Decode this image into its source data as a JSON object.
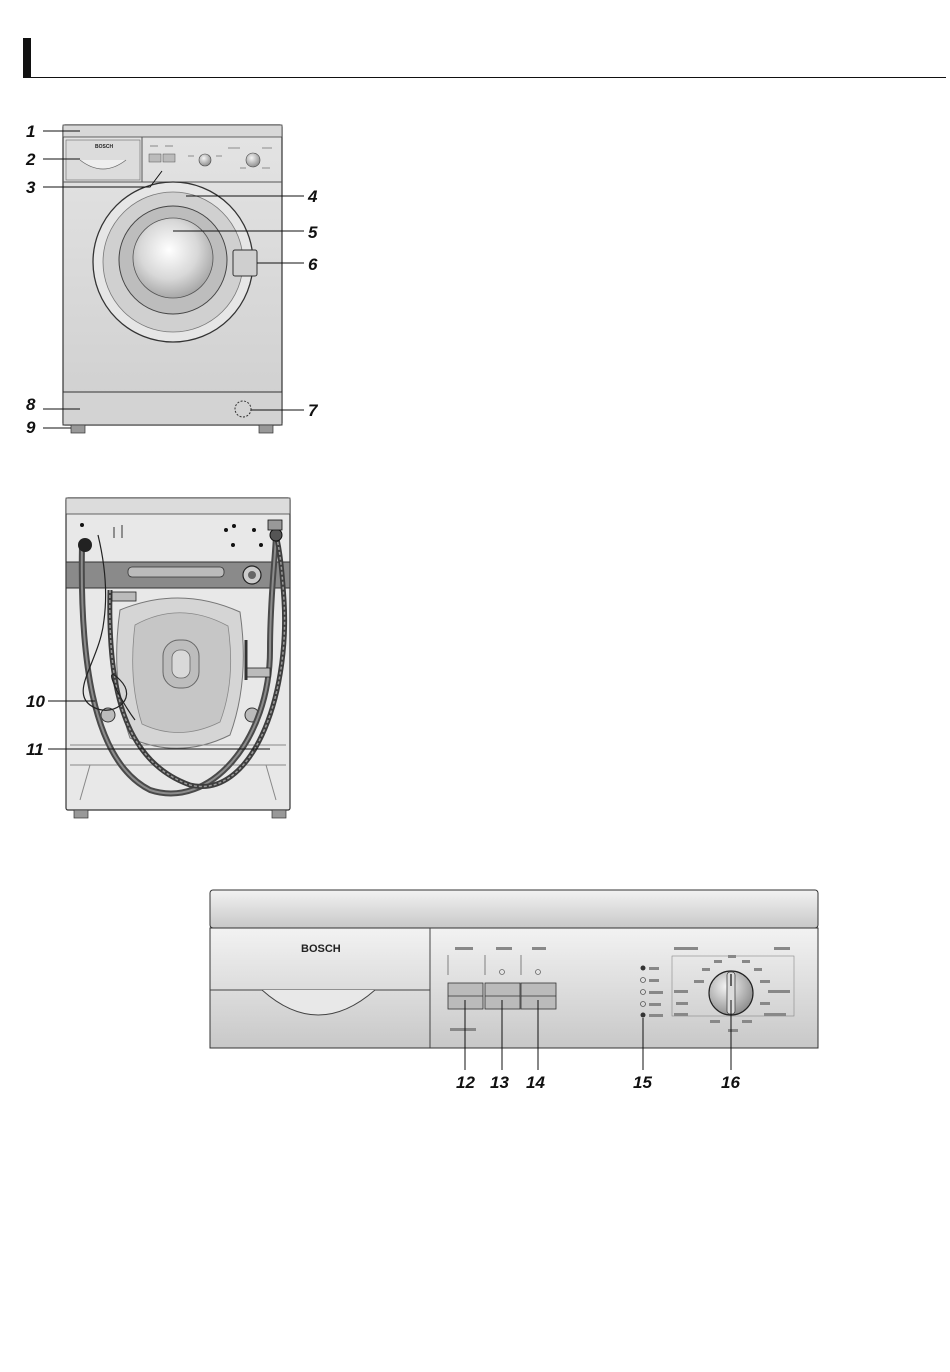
{
  "front_view": {
    "brand": "BOSCH",
    "callouts": [
      "1",
      "2",
      "3",
      "4",
      "5",
      "6",
      "7",
      "8",
      "9"
    ]
  },
  "rear_view": {
    "callouts": [
      "10",
      "11"
    ]
  },
  "control_panel": {
    "brand": "BOSCH",
    "callouts": [
      "12",
      "13",
      "14",
      "15",
      "16"
    ]
  }
}
